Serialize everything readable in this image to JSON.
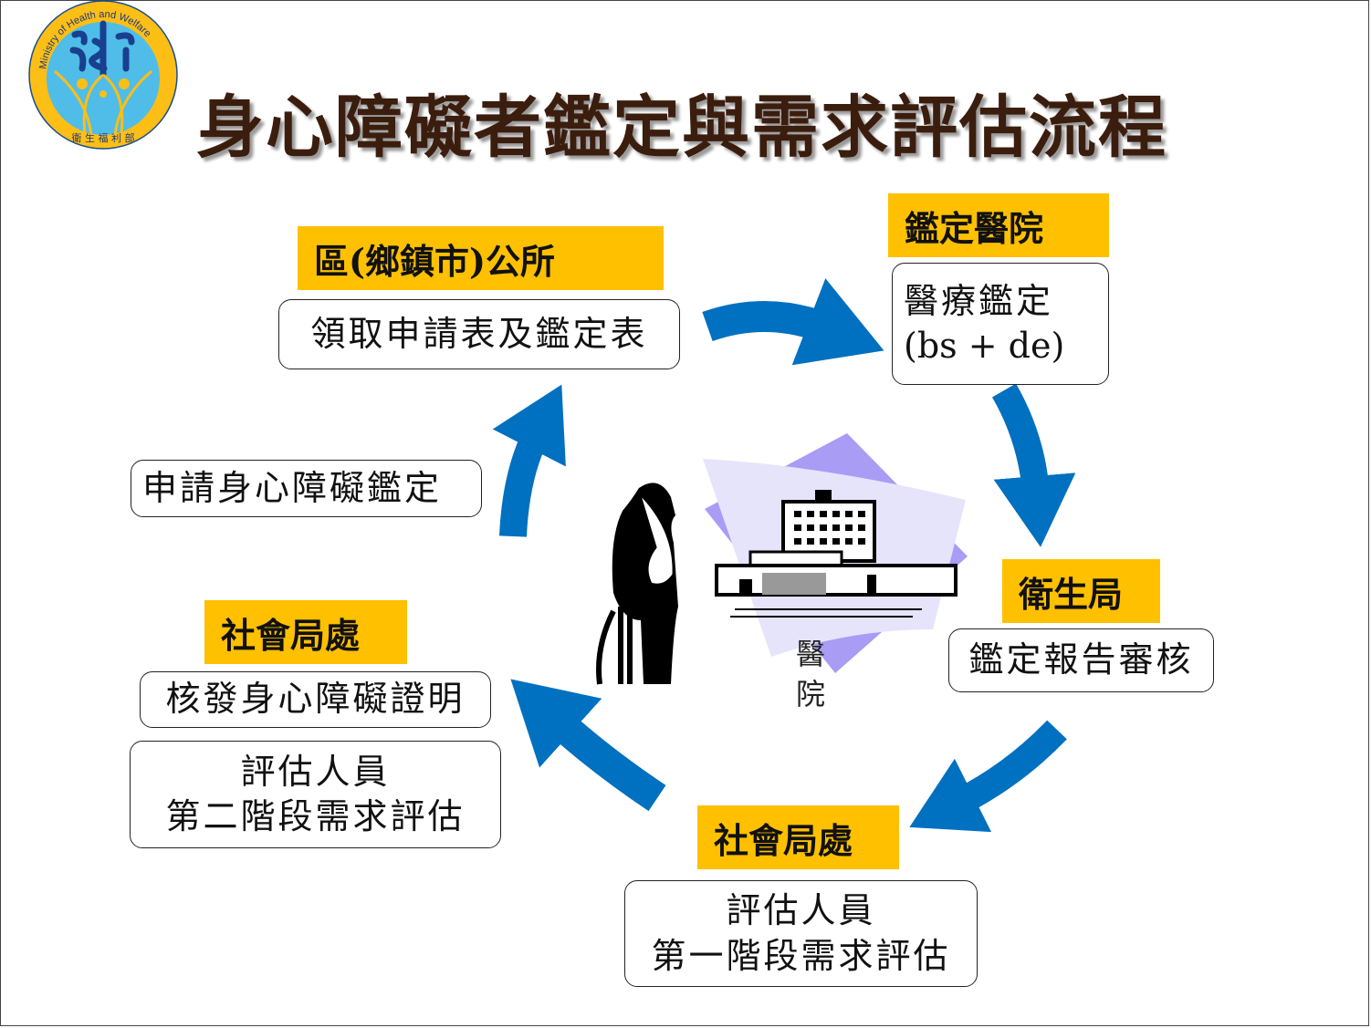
{
  "title": "身心障礙者鑑定與需求評估流程",
  "logo": {
    "text_en": "Ministry of Health and Welfare",
    "text_zh": "衛生福利部"
  },
  "steps": {
    "office": {
      "label": "區(鄉鎮市)公所",
      "content": "領取申請表及鑑定表"
    },
    "hospital": {
      "label": "鑑定醫院",
      "line1": "醫療鑑定",
      "line2": "(bs + de)"
    },
    "health_bureau": {
      "label": "衛生局",
      "content": "鑑定報告審核"
    },
    "social_bottom": {
      "label": "社會局處",
      "line1": "評估人員",
      "line2": "第一階段需求評估"
    },
    "social_left": {
      "label": "社會局處",
      "content": "核發身心障礙證明",
      "line1": "評估人員",
      "line2": "第二階段需求評估"
    },
    "apply": {
      "content": "申請身心障礙鑑定"
    }
  },
  "clipart_caption": "醫院",
  "colors": {
    "arrow": "#0070C0",
    "label_bg": "#FFC000",
    "title": "#3b1d0e"
  }
}
